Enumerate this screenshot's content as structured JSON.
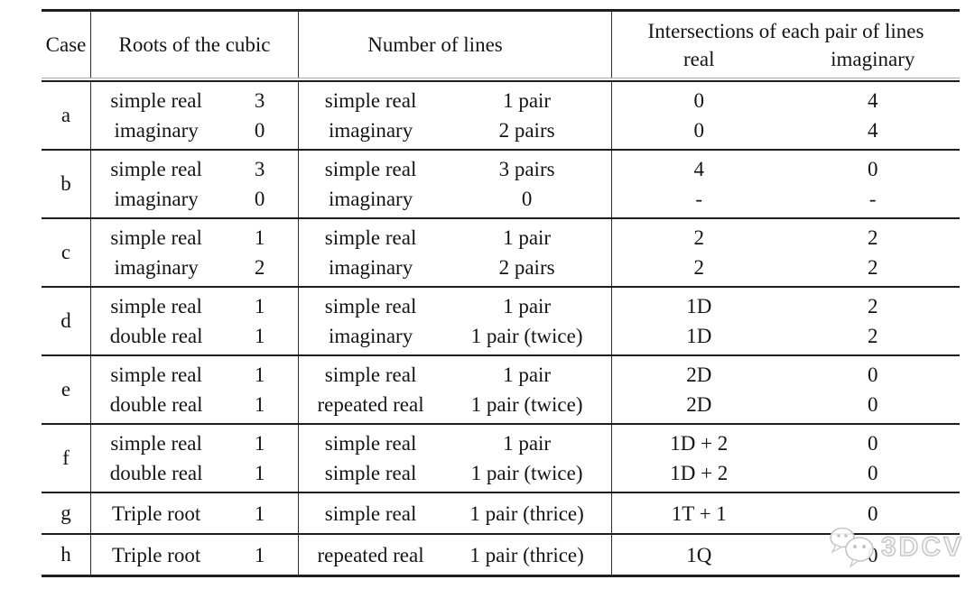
{
  "table": {
    "headers": {
      "case": "Case",
      "roots": "Roots of the cubic",
      "lines": "Number of lines",
      "intersections": "Intersections of each pair of lines",
      "real": "real",
      "imaginary": "imaginary"
    },
    "rows": [
      {
        "case": "a",
        "roots": [
          {
            "label": "simple real",
            "count": "3"
          },
          {
            "label": "imaginary",
            "count": "0"
          }
        ],
        "lines": [
          {
            "label": "simple real",
            "amount": "1 pair"
          },
          {
            "label": "imaginary",
            "amount": "2 pairs"
          }
        ],
        "intersections": [
          {
            "real": "0",
            "imaginary": "4"
          },
          {
            "real": "0",
            "imaginary": "4"
          }
        ]
      },
      {
        "case": "b",
        "roots": [
          {
            "label": "simple real",
            "count": "3"
          },
          {
            "label": "imaginary",
            "count": "0"
          }
        ],
        "lines": [
          {
            "label": "simple real",
            "amount": "3 pairs"
          },
          {
            "label": "imaginary",
            "amount": "0"
          }
        ],
        "intersections": [
          {
            "real": "4",
            "imaginary": "0"
          },
          {
            "real": "-",
            "imaginary": "-"
          }
        ]
      },
      {
        "case": "c",
        "roots": [
          {
            "label": "simple real",
            "count": "1"
          },
          {
            "label": "imaginary",
            "count": "2"
          }
        ],
        "lines": [
          {
            "label": "simple real",
            "amount": "1 pair"
          },
          {
            "label": "imaginary",
            "amount": "2 pairs"
          }
        ],
        "intersections": [
          {
            "real": "2",
            "imaginary": "2"
          },
          {
            "real": "2",
            "imaginary": "2"
          }
        ]
      },
      {
        "case": "d",
        "roots": [
          {
            "label": "simple real",
            "count": "1"
          },
          {
            "label": "double real",
            "count": "1"
          }
        ],
        "lines": [
          {
            "label": "simple real",
            "amount": "1 pair"
          },
          {
            "label": "imaginary",
            "amount": "1 pair (twice)"
          }
        ],
        "intersections": [
          {
            "real": "1D",
            "imaginary": "2"
          },
          {
            "real": "1D",
            "imaginary": "2"
          }
        ]
      },
      {
        "case": "e",
        "roots": [
          {
            "label": "simple real",
            "count": "1"
          },
          {
            "label": "double real",
            "count": "1"
          }
        ],
        "lines": [
          {
            "label": "simple real",
            "amount": "1 pair"
          },
          {
            "label": "repeated real",
            "amount": "1 pair (twice)"
          }
        ],
        "intersections": [
          {
            "real": "2D",
            "imaginary": "0"
          },
          {
            "real": "2D",
            "imaginary": "0"
          }
        ]
      },
      {
        "case": "f",
        "roots": [
          {
            "label": "simple real",
            "count": "1"
          },
          {
            "label": "double real",
            "count": "1"
          }
        ],
        "lines": [
          {
            "label": "simple real",
            "amount": "1 pair"
          },
          {
            "label": "simple real",
            "amount": "1 pair (twice)"
          }
        ],
        "intersections": [
          {
            "real": "1D + 2",
            "imaginary": "0"
          },
          {
            "real": "1D + 2",
            "imaginary": "0"
          }
        ]
      },
      {
        "case": "g",
        "roots": [
          {
            "label": "Triple root",
            "count": "1"
          }
        ],
        "lines": [
          {
            "label": "simple real",
            "amount": "1 pair (thrice)"
          }
        ],
        "intersections": [
          {
            "real": "1T + 1",
            "imaginary": "0"
          }
        ]
      },
      {
        "case": "h",
        "roots": [
          {
            "label": "Triple root",
            "count": "1"
          }
        ],
        "lines": [
          {
            "label": "repeated real",
            "amount": "1 pair (thrice)"
          }
        ],
        "intersections": [
          {
            "real": "1Q",
            "imaginary": "0"
          }
        ]
      }
    ]
  },
  "watermark": {
    "text": "3DCV",
    "icon": "wechat-icon"
  },
  "colors": {
    "text": "#141414",
    "rules": "#1d1d1d",
    "watermark": "#c6c6c6",
    "background": "#ffffff"
  }
}
